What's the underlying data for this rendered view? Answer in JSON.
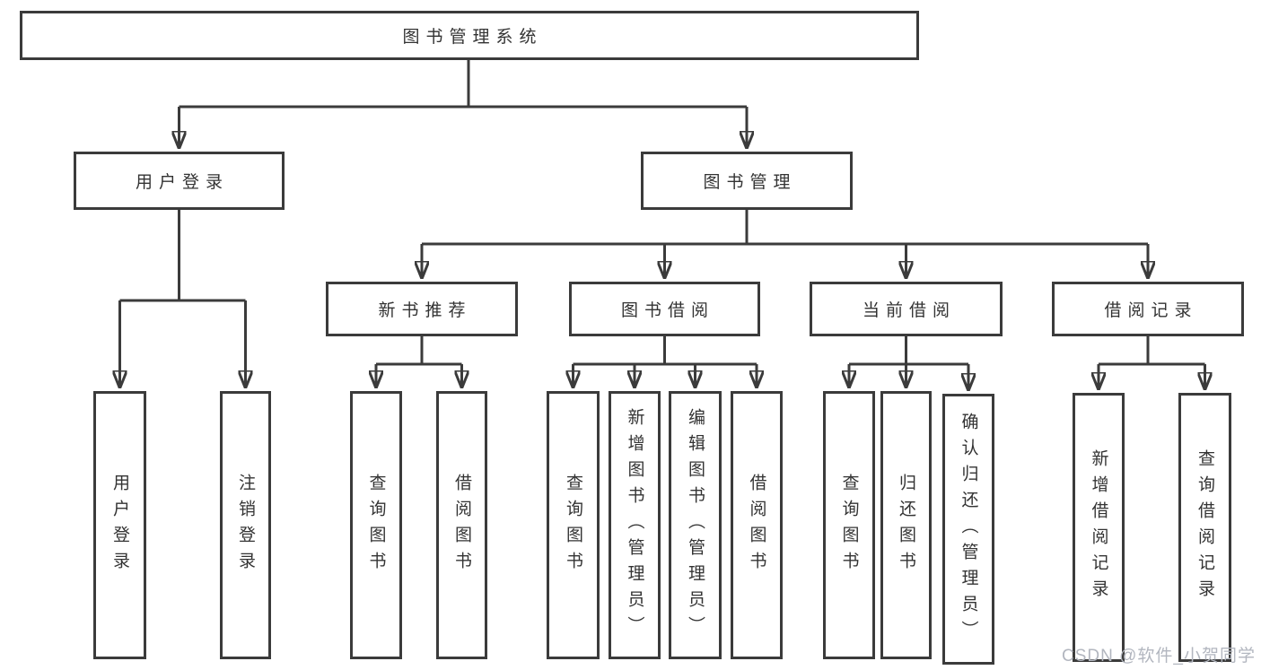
{
  "diagram": {
    "type": "hierarchy-tree",
    "background_color": "#ffffff",
    "line_color": "#3b3b3b",
    "text_color": "#333333",
    "watermark_color": "#b2b6bf"
  },
  "tree": {
    "label": "图书管理系统",
    "children": [
      {
        "label": "用户登录",
        "children": [
          {
            "label": "用户登录"
          },
          {
            "label": "注销登录"
          }
        ]
      },
      {
        "label": "图书管理",
        "children": [
          {
            "label": "新书推荐",
            "children": [
              {
                "label": "查询图书"
              },
              {
                "label": "借阅图书"
              }
            ]
          },
          {
            "label": "图书借阅",
            "children": [
              {
                "label": "查询图书"
              },
              {
                "label": "新增图书（管理员）"
              },
              {
                "label": "编辑图书（管理员）"
              },
              {
                "label": "借阅图书"
              }
            ]
          },
          {
            "label": "当前借阅",
            "children": [
              {
                "label": "查询图书"
              },
              {
                "label": "归还图书"
              },
              {
                "label": "确认归还（管理员）"
              }
            ]
          },
          {
            "label": "借阅记录",
            "children": [
              {
                "label": "新增借阅记录"
              },
              {
                "label": "查询借阅记录"
              }
            ]
          }
        ]
      }
    ]
  },
  "watermark": "CSDN @软件_小贺同学"
}
